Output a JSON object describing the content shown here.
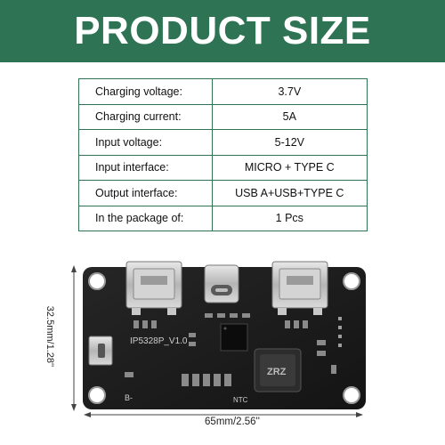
{
  "banner": {
    "title": "PRODUCT SIZE"
  },
  "specs": [
    {
      "label": "Charging voltage:",
      "value": "3.7V"
    },
    {
      "label": "Charging current:",
      "value": "5A"
    },
    {
      "label": "Input voltage:",
      "value": "5-12V"
    },
    {
      "label": "Input interface:",
      "value": "MICRO + TYPE C"
    },
    {
      "label": "Output interface:",
      "value": "USB A+USB+TYPE C"
    },
    {
      "label": "In the package of:",
      "value": "1 Pcs"
    }
  ],
  "board": {
    "model_label": "IP5328P_V1.0",
    "inductor_label": "ZRZ",
    "ntc_label": "NTC",
    "battery_neg_label": "B-"
  },
  "dimensions": {
    "width": "65mm/2.56''",
    "height": "32.5mm/1.28''"
  },
  "colors": {
    "banner": "#2f7355",
    "border": "#2f7355",
    "pcb": "#1c1c1c"
  }
}
